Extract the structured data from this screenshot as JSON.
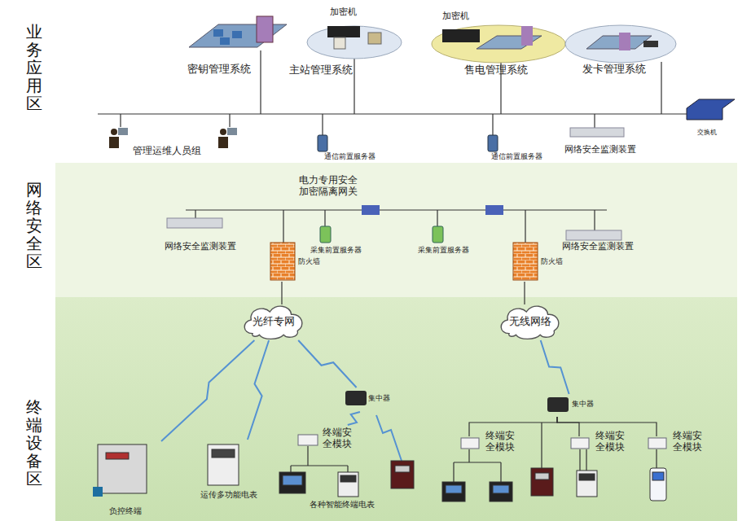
{
  "diagram": {
    "nodes": [
      {
        "text": [
          "业务应用区"
        ]
      },
      {
        "text": [
          "密钥管理系统"
        ],
        "in": 0
      },
      {
        "text": [
          "加密机",
          "主站管理系统"
        ],
        "in": 0
      },
      {
        "text": [
          "加密机",
          "售电管理系统"
        ],
        "in": 0
      },
      {
        "text": [
          "发卡管理系统"
        ],
        "in": 0
      },
      {
        "text": [
          "管理运维人员组"
        ],
        "in": 0
      },
      {
        "text": [
          "通信前置服务器"
        ],
        "in": 0
      },
      {
        "text": [
          "通信前置服务器"
        ],
        "in": 0
      },
      {
        "text": [
          "网络安全监测装置"
        ],
        "in": 0
      },
      {
        "text": [
          "交换机"
        ],
        "in": 0
      },
      {
        "text": [
          "网络安全区"
        ]
      },
      {
        "text": [
          "网络安全监测装置"
        ],
        "in": 10
      },
      {
        "text": [
          "采集前置服务器"
        ],
        "in": 10
      },
      {
        "text": [
          "采集前置服务器"
        ],
        "in": 10
      },
      {
        "text": [
          "网络安全监测装置"
        ],
        "in": 10
      },
      {
        "text": [
          "防火墙"
        ],
        "in": 10
      },
      {
        "text": [
          "防火墙"
        ],
        "in": 10
      },
      {
        "text": [
          "终端设备区"
        ]
      },
      {
        "text": [
          "光纤专网"
        ],
        "in": 17
      },
      {
        "text": [
          "无线网络"
        ],
        "in": 17
      },
      {
        "text": [
          "集中器"
        ],
        "in": 17
      },
      {
        "text": [
          "集中器"
        ],
        "in": 17
      },
      {
        "text": [
          "终端安全模块"
        ],
        "in": 17
      },
      {
        "text": [
          "终端安全模块"
        ],
        "in": 17
      },
      {
        "text": [
          "终端安全模块"
        ],
        "in": 17
      },
      {
        "text": [
          "终端安全模块"
        ],
        "in": 17
      },
      {
        "text": [
          "负控终端"
        ],
        "in": 17
      },
      {
        "text": [
          "运传多功能电表"
        ],
        "in": 17
      }
    ],
    "edges": [
      {
        "from": 15,
        "to": 18,
        "arrow": "none"
      },
      {
        "from": 16,
        "to": 19,
        "arrow": "none"
      },
      {
        "from": 18,
        "to": 26,
        "arrow": "none"
      },
      {
        "from": 18,
        "to": 27,
        "arrow": "none"
      },
      {
        "from": 18,
        "to": 20,
        "arrow": "none"
      },
      {
        "from": 20,
        "to": 22,
        "arrow": "none"
      },
      {
        "from": 19,
        "to": 21,
        "arrow": "none"
      },
      {
        "from": 21,
        "to": 23,
        "arrow": "none"
      },
      {
        "from": 21,
        "to": 24,
        "arrow": "none"
      },
      {
        "from": 21,
        "to": 25,
        "arrow": "none"
      }
    ],
    "labels": [
      "电力专用安全加密隔离网关",
      "各种智能终端电表"
    ]
  }
}
